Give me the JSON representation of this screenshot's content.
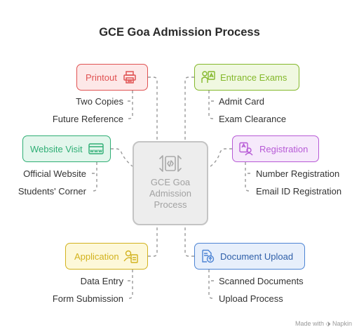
{
  "title": "GCE Goa Admission Process",
  "center": {
    "lines": [
      "GCE Goa",
      "Admission",
      "Process"
    ],
    "icon": "code-brackets-icon"
  },
  "nodes": {
    "printout": {
      "label": "Printout",
      "icon": "printer-icon",
      "color": "#e05252",
      "fill": "#fde8e8",
      "items": [
        "Two Copies",
        "Future Reference"
      ]
    },
    "website": {
      "label": "Website Visit",
      "icon": "www-icon",
      "color": "#2fae75",
      "fill": "#e3f6ec",
      "items": [
        "Official Website",
        "Students' Corner"
      ]
    },
    "application": {
      "label": "Application",
      "icon": "user-form-icon",
      "color": "#d2b21e",
      "fill": "#fdf8d9",
      "items": [
        "Data Entry",
        "Form Submission"
      ]
    },
    "entrance": {
      "label": "Entrance Exams",
      "icon": "exam-icon",
      "color": "#84b82b",
      "fill": "#f0f8e1",
      "items": [
        "Admit Card",
        "Exam Clearance"
      ]
    },
    "registration": {
      "label": "Registration",
      "icon": "id-registration-icon",
      "color": "#b75ad6",
      "fill": "#f6e9fb",
      "items": [
        "Number Registration",
        "Email ID Registration"
      ]
    },
    "upload": {
      "label": "Document Upload",
      "icon": "document-upload-icon",
      "color": "#4d84d4",
      "fill": "#e7effb",
      "items": [
        "Scanned Documents",
        "Upload Process"
      ]
    }
  },
  "footer": "Made with ⬗ Napkin"
}
